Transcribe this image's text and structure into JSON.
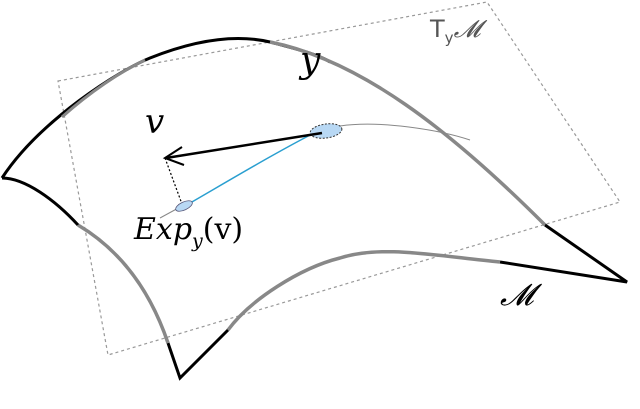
{
  "figure": {
    "labels": {
      "tangent_space": {
        "main": "T",
        "sub": "y",
        "manifold": "𝓜"
      },
      "point_y": "y",
      "vector_v": "v",
      "exp_map": {
        "main": "Exp",
        "sub": "y",
        "arg": "(v)"
      },
      "manifold": "𝓜"
    },
    "colors": {
      "surface_edge_front": "#000000",
      "surface_edge_back": "#888888",
      "tangent_plane": "#999999",
      "geodesic": "#2a9fd0",
      "point_fill": "#b8d8f4",
      "vector": "#000000"
    },
    "caption_partial": "(caption text cut off at bottom edge)"
  }
}
